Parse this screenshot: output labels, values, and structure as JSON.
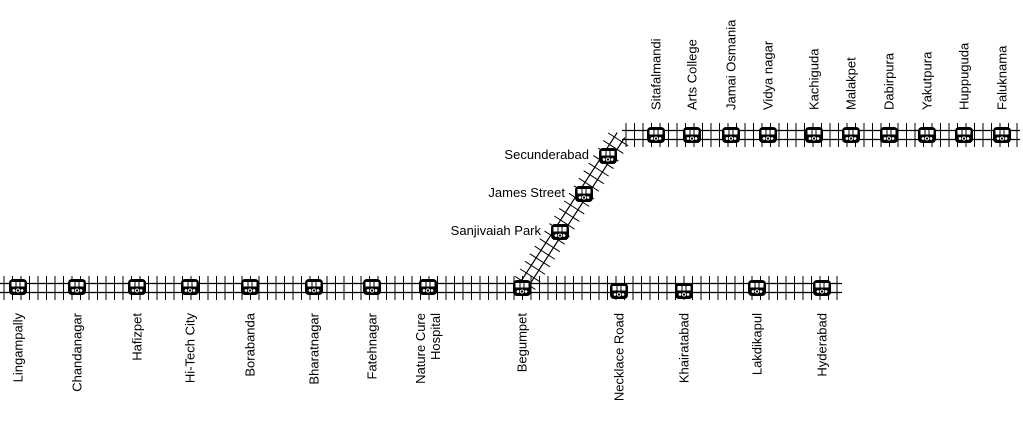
{
  "lower_line": {
    "stations": [
      {
        "lines": [
          "Lingampally"
        ]
      },
      {
        "lines": [
          "Chandanagar"
        ]
      },
      {
        "lines": [
          "Hafizpet"
        ]
      },
      {
        "lines": [
          "Hi-Tech City"
        ]
      },
      {
        "lines": [
          "Borabanda"
        ]
      },
      {
        "lines": [
          "Bharatnagar"
        ]
      },
      {
        "lines": [
          "Fatehnagar"
        ]
      },
      {
        "lines": [
          "Nature Cure",
          "Hospital"
        ]
      },
      {
        "lines": [
          "Begumpet"
        ]
      },
      {
        "lines": [
          "Necklace Road"
        ]
      },
      {
        "lines": [
          "Khairatabad"
        ]
      },
      {
        "lines": [
          "Lakdikapul"
        ]
      },
      {
        "lines": [
          "Hyderabad"
        ]
      }
    ]
  },
  "diagonal_link": {
    "stations": [
      {
        "lines": [
          "Sanjivaiah Park"
        ]
      },
      {
        "lines": [
          "James Street"
        ]
      },
      {
        "lines": [
          "Secunderabad"
        ]
      }
    ]
  },
  "upper_line": {
    "stations": [
      {
        "lines": [
          "Sitafalmandi"
        ]
      },
      {
        "lines": [
          "Arts College"
        ]
      },
      {
        "lines": [
          "Jamai Osmania"
        ]
      },
      {
        "lines": [
          "Vidya nagar"
        ]
      },
      {
        "lines": [
          "Kachiguda"
        ]
      },
      {
        "lines": [
          "Malakpet"
        ]
      },
      {
        "lines": [
          "Dabirpura"
        ]
      },
      {
        "lines": [
          "Yakutpura"
        ]
      },
      {
        "lines": [
          "Huppuguda"
        ]
      },
      {
        "lines": [
          "Faluknama"
        ]
      }
    ]
  },
  "colors": {
    "track": "#000000",
    "train_body": "#000000",
    "train_window": "#ffffff",
    "background": "#ffffff"
  }
}
